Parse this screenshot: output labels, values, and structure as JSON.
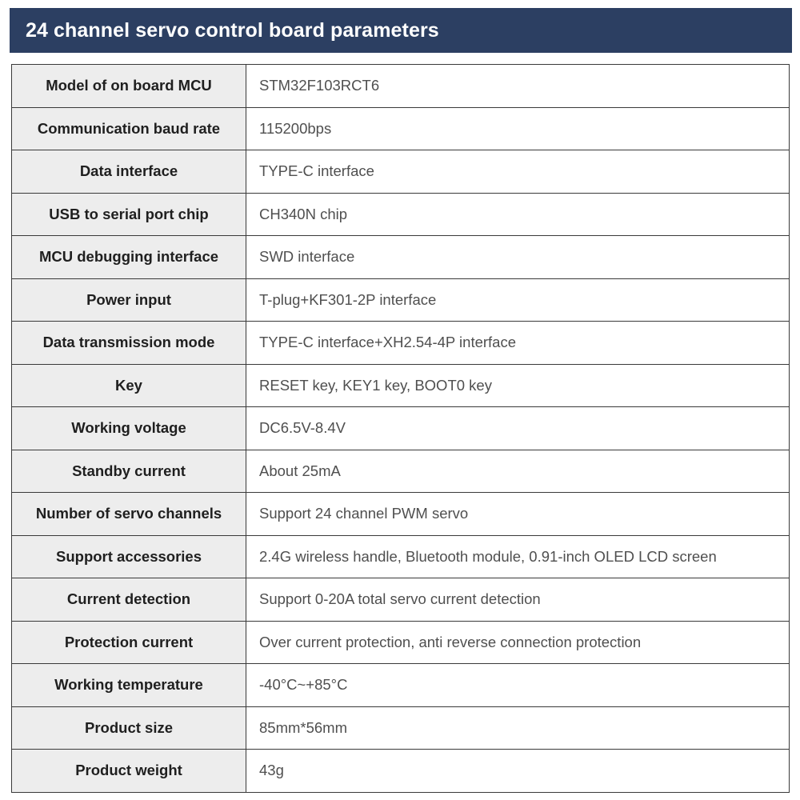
{
  "header": {
    "title": "24 channel servo control board parameters",
    "background_color": "#2c3f62",
    "text_color": "#ffffff"
  },
  "table": {
    "label_column_background": "#ededed",
    "value_column_background": "#ffffff",
    "border_color": "#3a3a3a",
    "rows": [
      {
        "label": "Model of on board MCU",
        "value": "STM32F103RCT6"
      },
      {
        "label": "Communication baud rate",
        "value": "115200bps"
      },
      {
        "label": "Data interface",
        "value": "TYPE-C interface"
      },
      {
        "label": "USB to serial port chip",
        "value": "CH340N chip"
      },
      {
        "label": "MCU debugging interface",
        "value": "SWD interface"
      },
      {
        "label": "Power input",
        "value": "T-plug+KF301-2P interface"
      },
      {
        "label": "Data transmission mode",
        "value": "TYPE-C interface+XH2.54-4P interface"
      },
      {
        "label": "Key",
        "value": "RESET key, KEY1 key, BOOT0 key"
      },
      {
        "label": "Working voltage",
        "value": "DC6.5V-8.4V"
      },
      {
        "label": "Standby current",
        "value": "About 25mA"
      },
      {
        "label": "Number of servo channels",
        "value": "Support 24 channel PWM servo"
      },
      {
        "label": "Support accessories",
        "value": "2.4G wireless handle, Bluetooth module, 0.91-inch OLED LCD screen"
      },
      {
        "label": "Current detection",
        "value": "Support 0-20A total servo current detection"
      },
      {
        "label": "Protection current",
        "value": "Over current protection, anti reverse connection protection"
      },
      {
        "label": "Working temperature",
        "value": "-40°C~+85°C"
      },
      {
        "label": "Product size",
        "value": "85mm*56mm"
      },
      {
        "label": "Product weight",
        "value": "43g"
      }
    ]
  }
}
